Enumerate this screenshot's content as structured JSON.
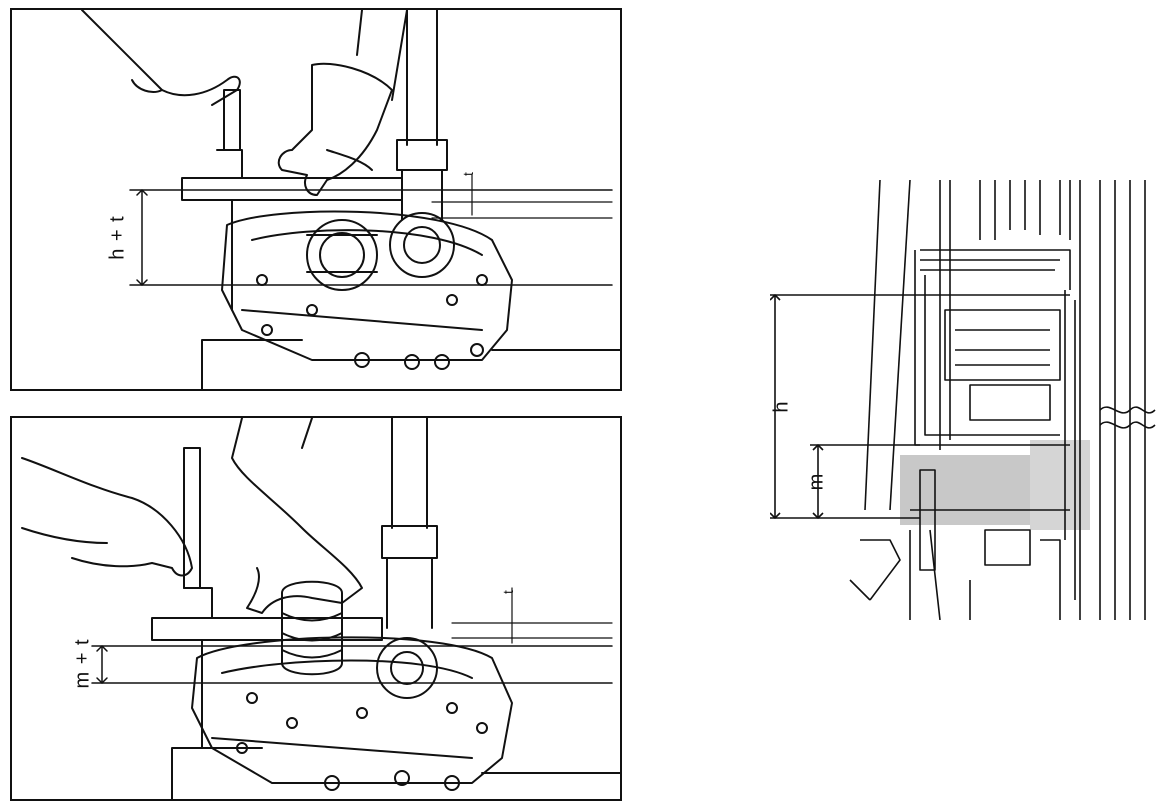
{
  "figure": {
    "top_panel": {
      "dimension_label": "h + t",
      "small_label": "t"
    },
    "bottom_panel": {
      "dimension_label": "m + t",
      "small_label": "t"
    },
    "section_view": {
      "label_h": "h",
      "label_m": "m"
    }
  },
  "colors": {
    "line": "#111111",
    "background": "#ffffff",
    "shade": "#bdbdbd"
  }
}
